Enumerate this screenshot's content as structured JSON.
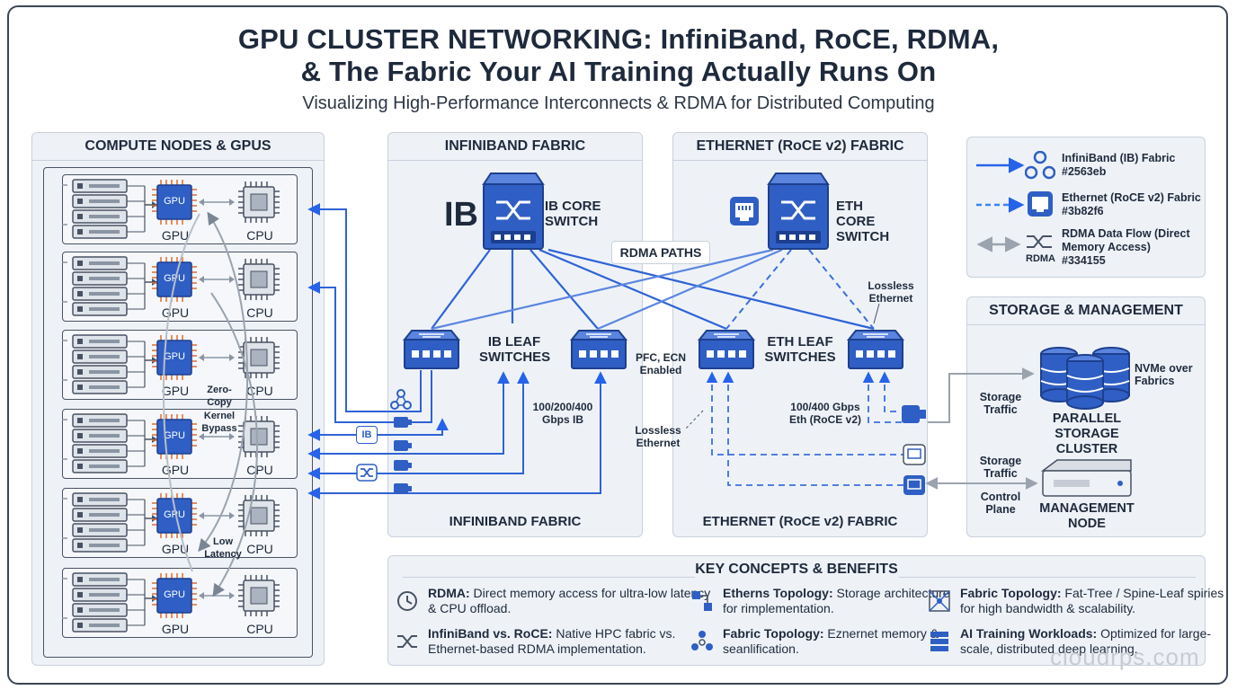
{
  "header": {
    "title_line1": "GPU CLUSTER NETWORKING: InfiniBand, RoCE, RDMA,",
    "title_line2": "& The Fabric Your AI Training Actually Runs On",
    "subtitle": "Visualizing High-Performance Interconnects & RDMA for Distributed Computing"
  },
  "compute": {
    "title": "COMPUTE NODES & GPUS",
    "gpu_chip_label": "GPU",
    "gpu_label": "GPU",
    "cpu_label": "CPU",
    "annotations": {
      "zero_copy": "Zero-Copy",
      "kernel_bypass": "Kernel Bypass",
      "low_latency": "Low Latency"
    }
  },
  "ib": {
    "title": "INFINIBAND FABRIC",
    "footer": "INFINIBAND FABRIC",
    "logo": "IB",
    "core_label": "IB CORE SWITCH",
    "leaf_label": "IB LEAF SWITCHES",
    "speed": "100/200/400 Gbps IB",
    "pfc": "PFC, ECN Enabled",
    "rdma_paths": "RDMA PATHS",
    "badge": "IB"
  },
  "eth": {
    "title": "ETHERNET (RoCE v2) FABRIC",
    "footer": "ETHERNET (RoCE v2) FABRIC",
    "core_label": "ETH CORE SWITCH",
    "leaf_label": "ETH LEAF SWITCHES",
    "lossless_top": "Lossless Ethernet",
    "lossless_left": "Lossless Ethernet",
    "speed": "100/400 Gbps Eth (RoCE v2)"
  },
  "legend": {
    "items": [
      {
        "label": "InfiniBand (IB) Fabric",
        "code": "#2563eb"
      },
      {
        "label": "Ethernet (RoCE v2) Fabric",
        "code": "#3b82f6"
      },
      {
        "label": "RDMA Data Flow (Direct Memory Access)",
        "code": "#334155",
        "caption": "RDMA"
      }
    ]
  },
  "storage": {
    "title": "STORAGE & MANAGEMENT",
    "cluster_label": "PARALLEL STORAGE CLUSTER",
    "nvme": "NVMe over Fabrics",
    "storage_traffic_1": "Storage Traffic",
    "storage_traffic_2": "Storage Traffic",
    "control_plane": "Control Plane",
    "mgmt_label": "MANAGEMENT NODE"
  },
  "concepts": {
    "title": "KEY CONCEPTS & BENEFITS",
    "items": [
      {
        "term": "RDMA:",
        "desc": "Direct memory access for ultra-low latency & CPU offload.",
        "icon": "clock-icon"
      },
      {
        "term": "InfiniBand vs. RoCE:",
        "desc": "Native HPC fabric vs. Ethernet-based RDMA implementation.",
        "icon": "shuffle-icon"
      },
      {
        "term": "Etherns Topology:",
        "desc": "Storage architecture for rimplementation.",
        "icon": "topology-icon"
      },
      {
        "term": "Fabric Topology:",
        "desc": "Eznernet memory & seanlification.",
        "icon": "network-icon"
      },
      {
        "term": "Fabric Topology:",
        "desc": "Fat-Tree / Spine-Leaf spiries for high bandwidth & scalability.",
        "icon": "mesh-icon"
      },
      {
        "term": "AI Training Workloads:",
        "desc": "Optimized for large-scale, distributed deep learning.",
        "icon": "server-icon"
      }
    ]
  },
  "colors": {
    "ib_blue": "#2563eb",
    "eth_blue": "#3b82f6",
    "rdma_gray": "#334155",
    "switch_blue": "#2f5fc4"
  },
  "watermark": "cloudrps.com"
}
